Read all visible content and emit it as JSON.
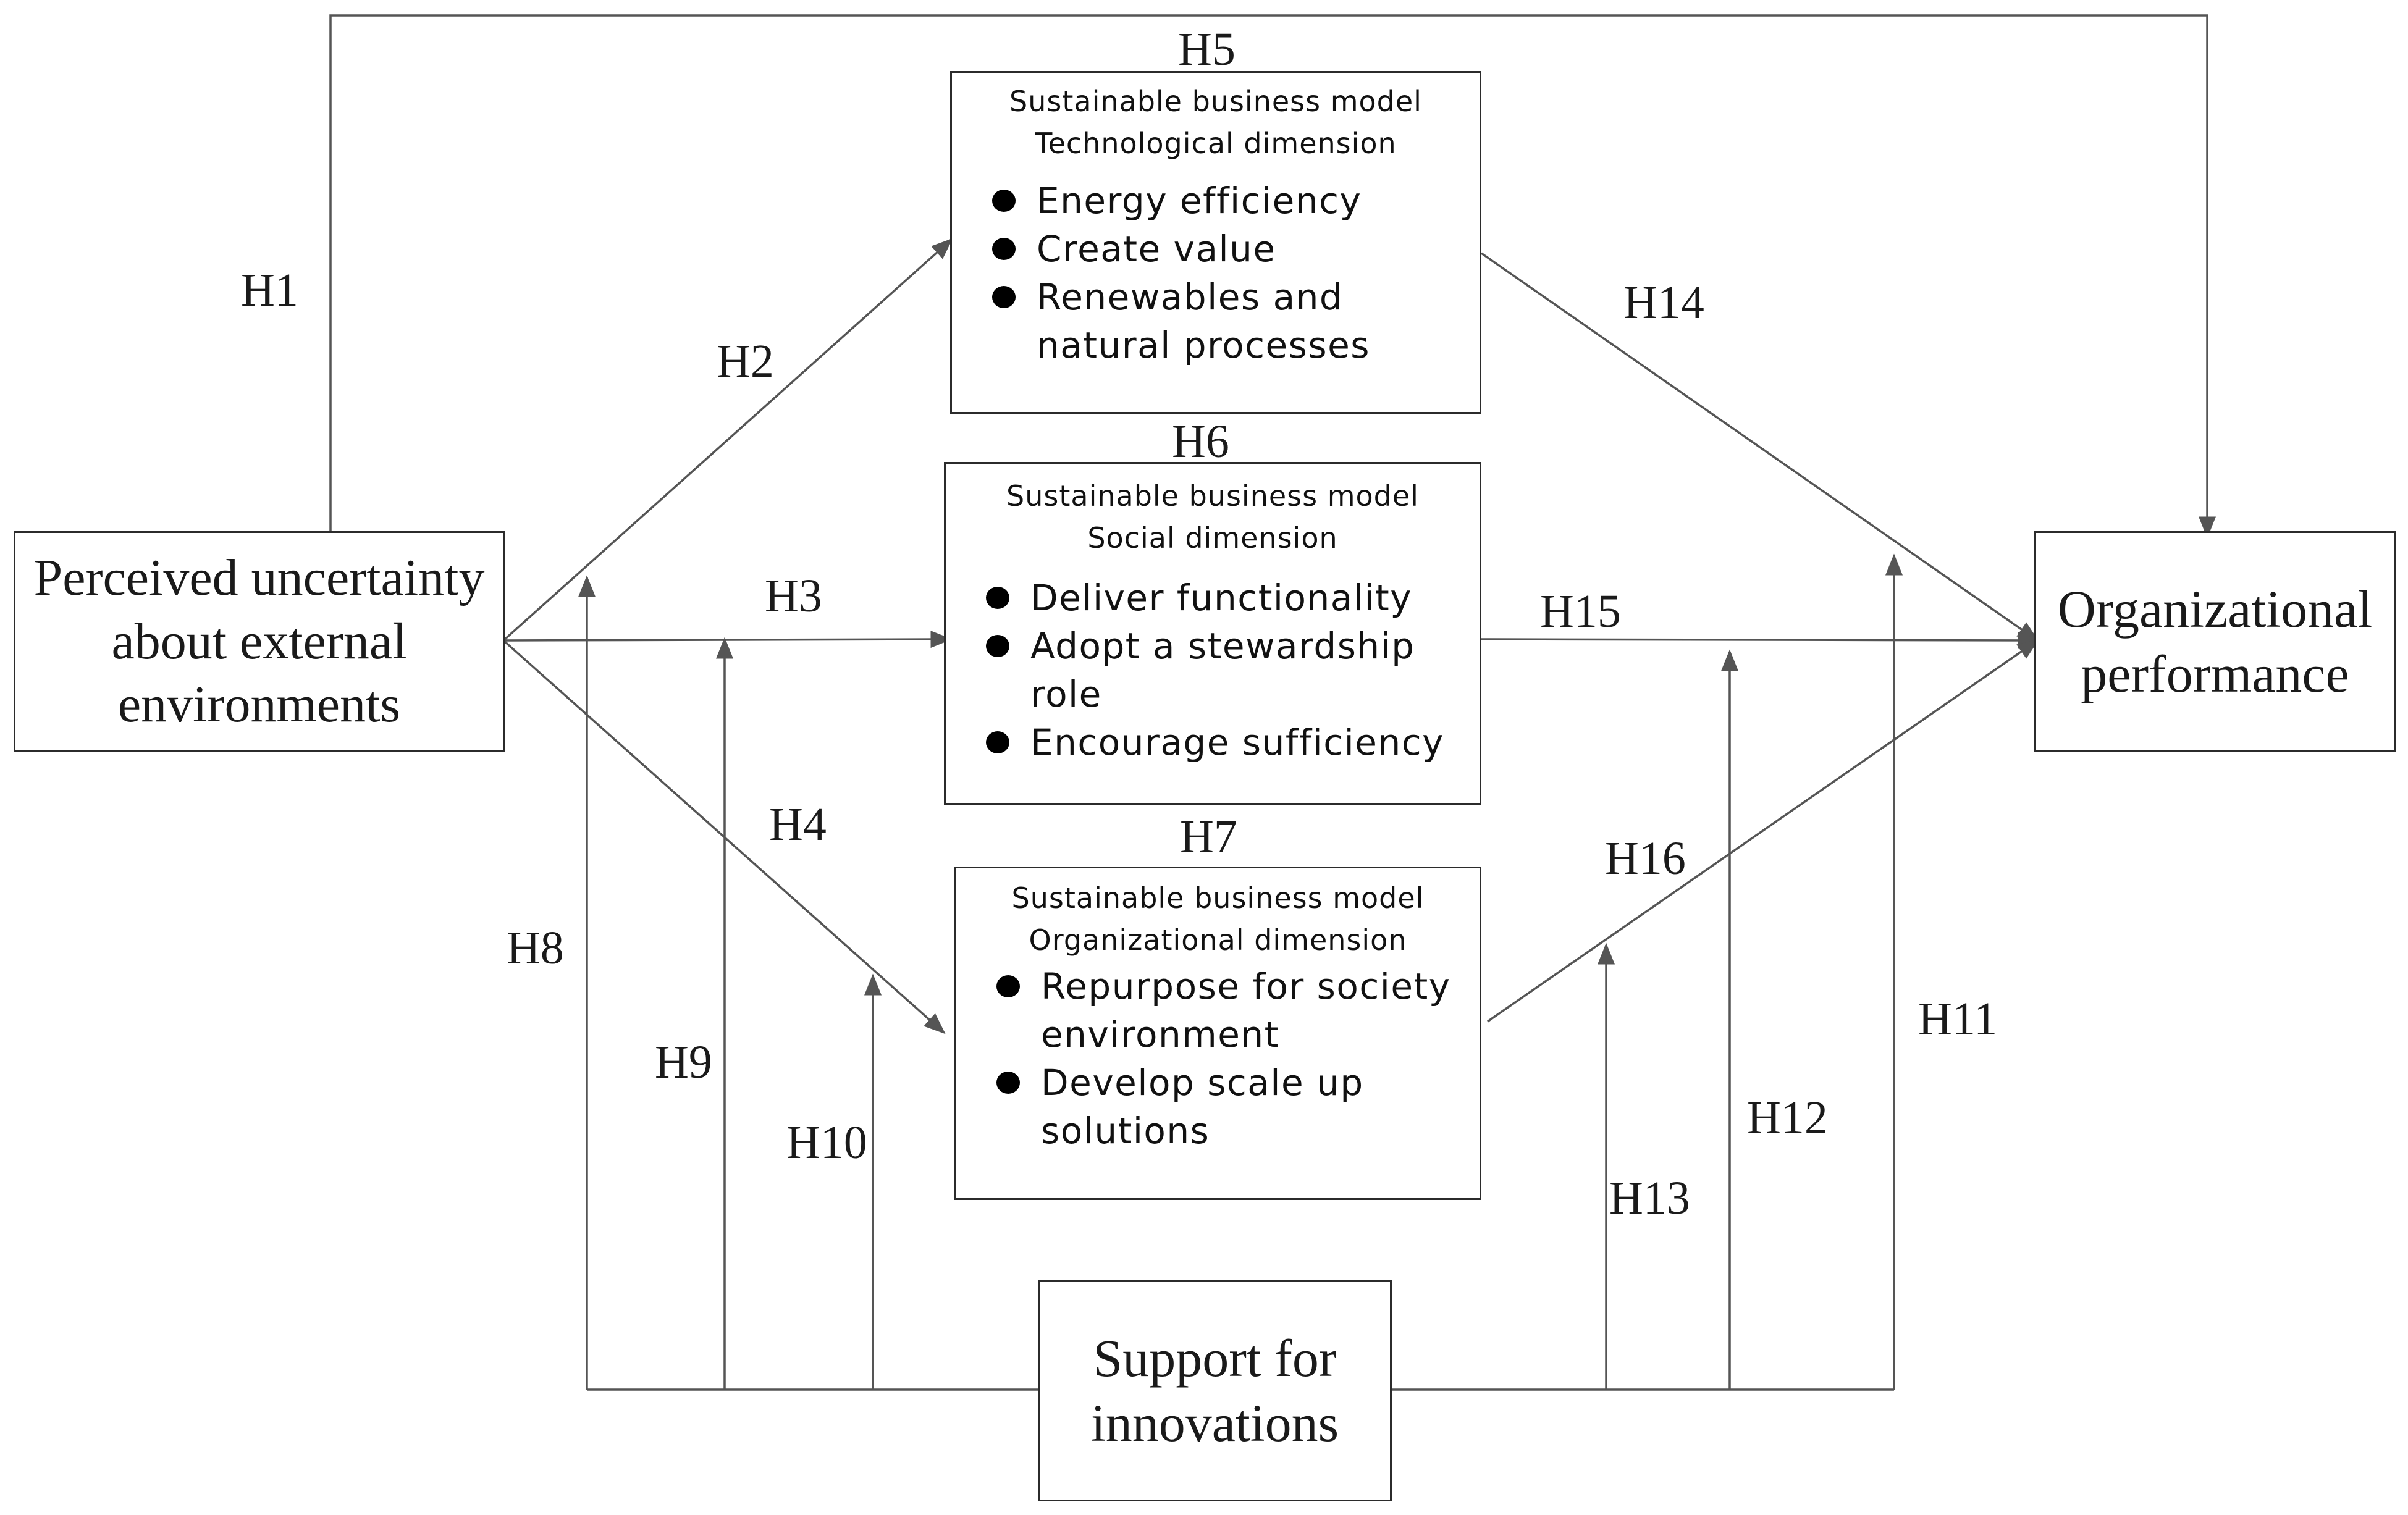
{
  "nodes": {
    "perceived_uncertainty": {
      "lines": [
        "Perceived uncertainty",
        "about external",
        "environments"
      ]
    },
    "organizational_performance": {
      "lines": [
        "Organizational",
        "performance"
      ]
    },
    "support_for_innovations": {
      "lines": [
        "Support for",
        "innovations"
      ]
    },
    "sbm_technological": {
      "heading": [
        "Sustainable business model",
        "Technological dimension"
      ],
      "items": [
        "Energy efficiency",
        "Create value",
        "Renewables and natural processes"
      ]
    },
    "sbm_social": {
      "heading": [
        "Sustainable business model",
        "Social dimension"
      ],
      "items": [
        "Deliver functionality",
        "Adopt a stewardship role",
        "Encourage sufficiency"
      ]
    },
    "sbm_organizational": {
      "heading": [
        "Sustainable business model",
        "Organizational dimension"
      ],
      "items": [
        "Repurpose for society environment",
        "Develop scale up solutions"
      ]
    }
  },
  "hypotheses": {
    "h1": "H1",
    "h2": "H2",
    "h3": "H3",
    "h4": "H4",
    "h5": "H5",
    "h6": "H6",
    "h7": "H7",
    "h8": "H8",
    "h9": "H9",
    "h10": "H10",
    "h11": "H11",
    "h12": "H12",
    "h13": "H13",
    "h14": "H14",
    "h15": "H15",
    "h16": "H16"
  },
  "colors": {
    "line": "#555555",
    "border": "#2b2b2b",
    "text": "#1a1a1a",
    "background": "#ffffff"
  }
}
